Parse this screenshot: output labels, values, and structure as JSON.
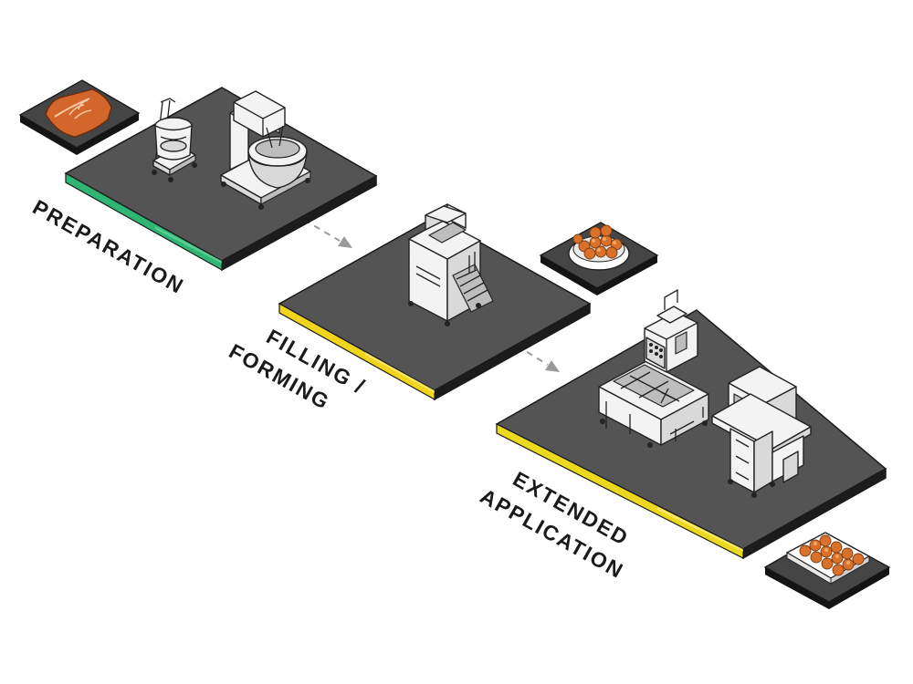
{
  "stages": [
    {
      "id": "preparation",
      "label": "PREPARATION",
      "stripe_color": "#2fb574"
    },
    {
      "id": "filling-forming",
      "label_lines": [
        "FILLING /",
        "FORMING"
      ],
      "stripe_color": "#f0d51c"
    },
    {
      "id": "extended-application",
      "label_lines": [
        "EXTENDED",
        "APPLICATION"
      ],
      "stripe_color": "#ecd81f"
    }
  ],
  "colors": {
    "platform_top": "#545454",
    "platform_side": "#1c1c1c",
    "flow_arrow": "#9a9a9a",
    "flour_bag": "#d2662b",
    "product": "#d9712b"
  },
  "icons": [
    "flour-bag-icon",
    "bowl-of-buns-icon",
    "tray-of-buns-icon"
  ],
  "machines": [
    "dough-feeder-cart",
    "spiral-mixer",
    "filling-forming-machine",
    "tray-arranging-machine",
    "proofer-steamer-cabinet"
  ]
}
